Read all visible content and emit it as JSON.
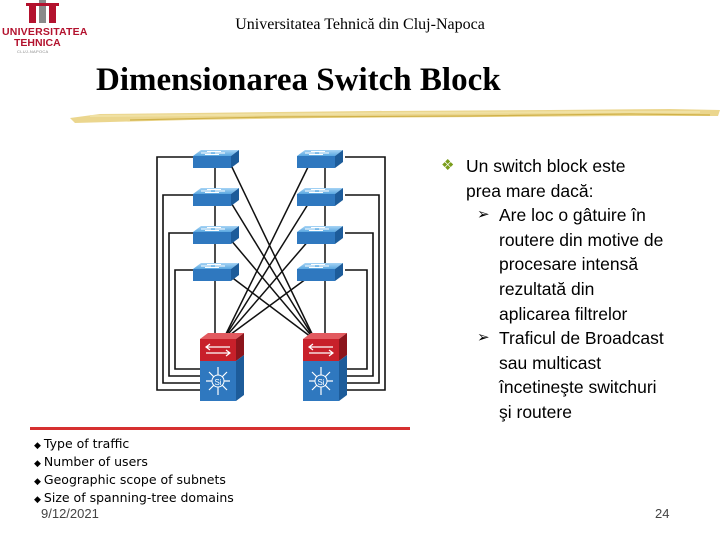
{
  "header": {
    "logo_line1": "UNIVERSITATEA",
    "logo_line2": "TEHNICA",
    "logo_small": "CLUJ-NAPOCA",
    "university": "Universitatea Tehnică din Cluj-Napoca",
    "title": "Dimensionarea Switch Block"
  },
  "diagram": {
    "router_label_left": "Si",
    "router_label_right": "Si"
  },
  "factors": [
    "Type of traffic",
    "Number of users",
    "Geographic scope of subnets",
    "Size of spanning-tree domains"
  ],
  "content": {
    "main_bullet": [
      "Un switch block este",
      "prea mare dacă:"
    ],
    "sub_bullets": [
      [
        "Are loc o gâtuire în",
        "routere din motive de",
        "procesare intensă",
        "rezultată din",
        "aplicarea filtrelor"
      ],
      [
        "Traficul de Broadcast",
        "sau multicast",
        "încetineşte switchuri",
        "şi  routere"
      ]
    ]
  },
  "footer": {
    "date": "9/12/2021",
    "page": "24"
  },
  "colors": {
    "logo_red": "#b3122e",
    "bullet_green": "#7a9d1c",
    "switch_blue": "#3a8fd6",
    "router_red": "#c8202a",
    "divider_red": "#d63030"
  }
}
